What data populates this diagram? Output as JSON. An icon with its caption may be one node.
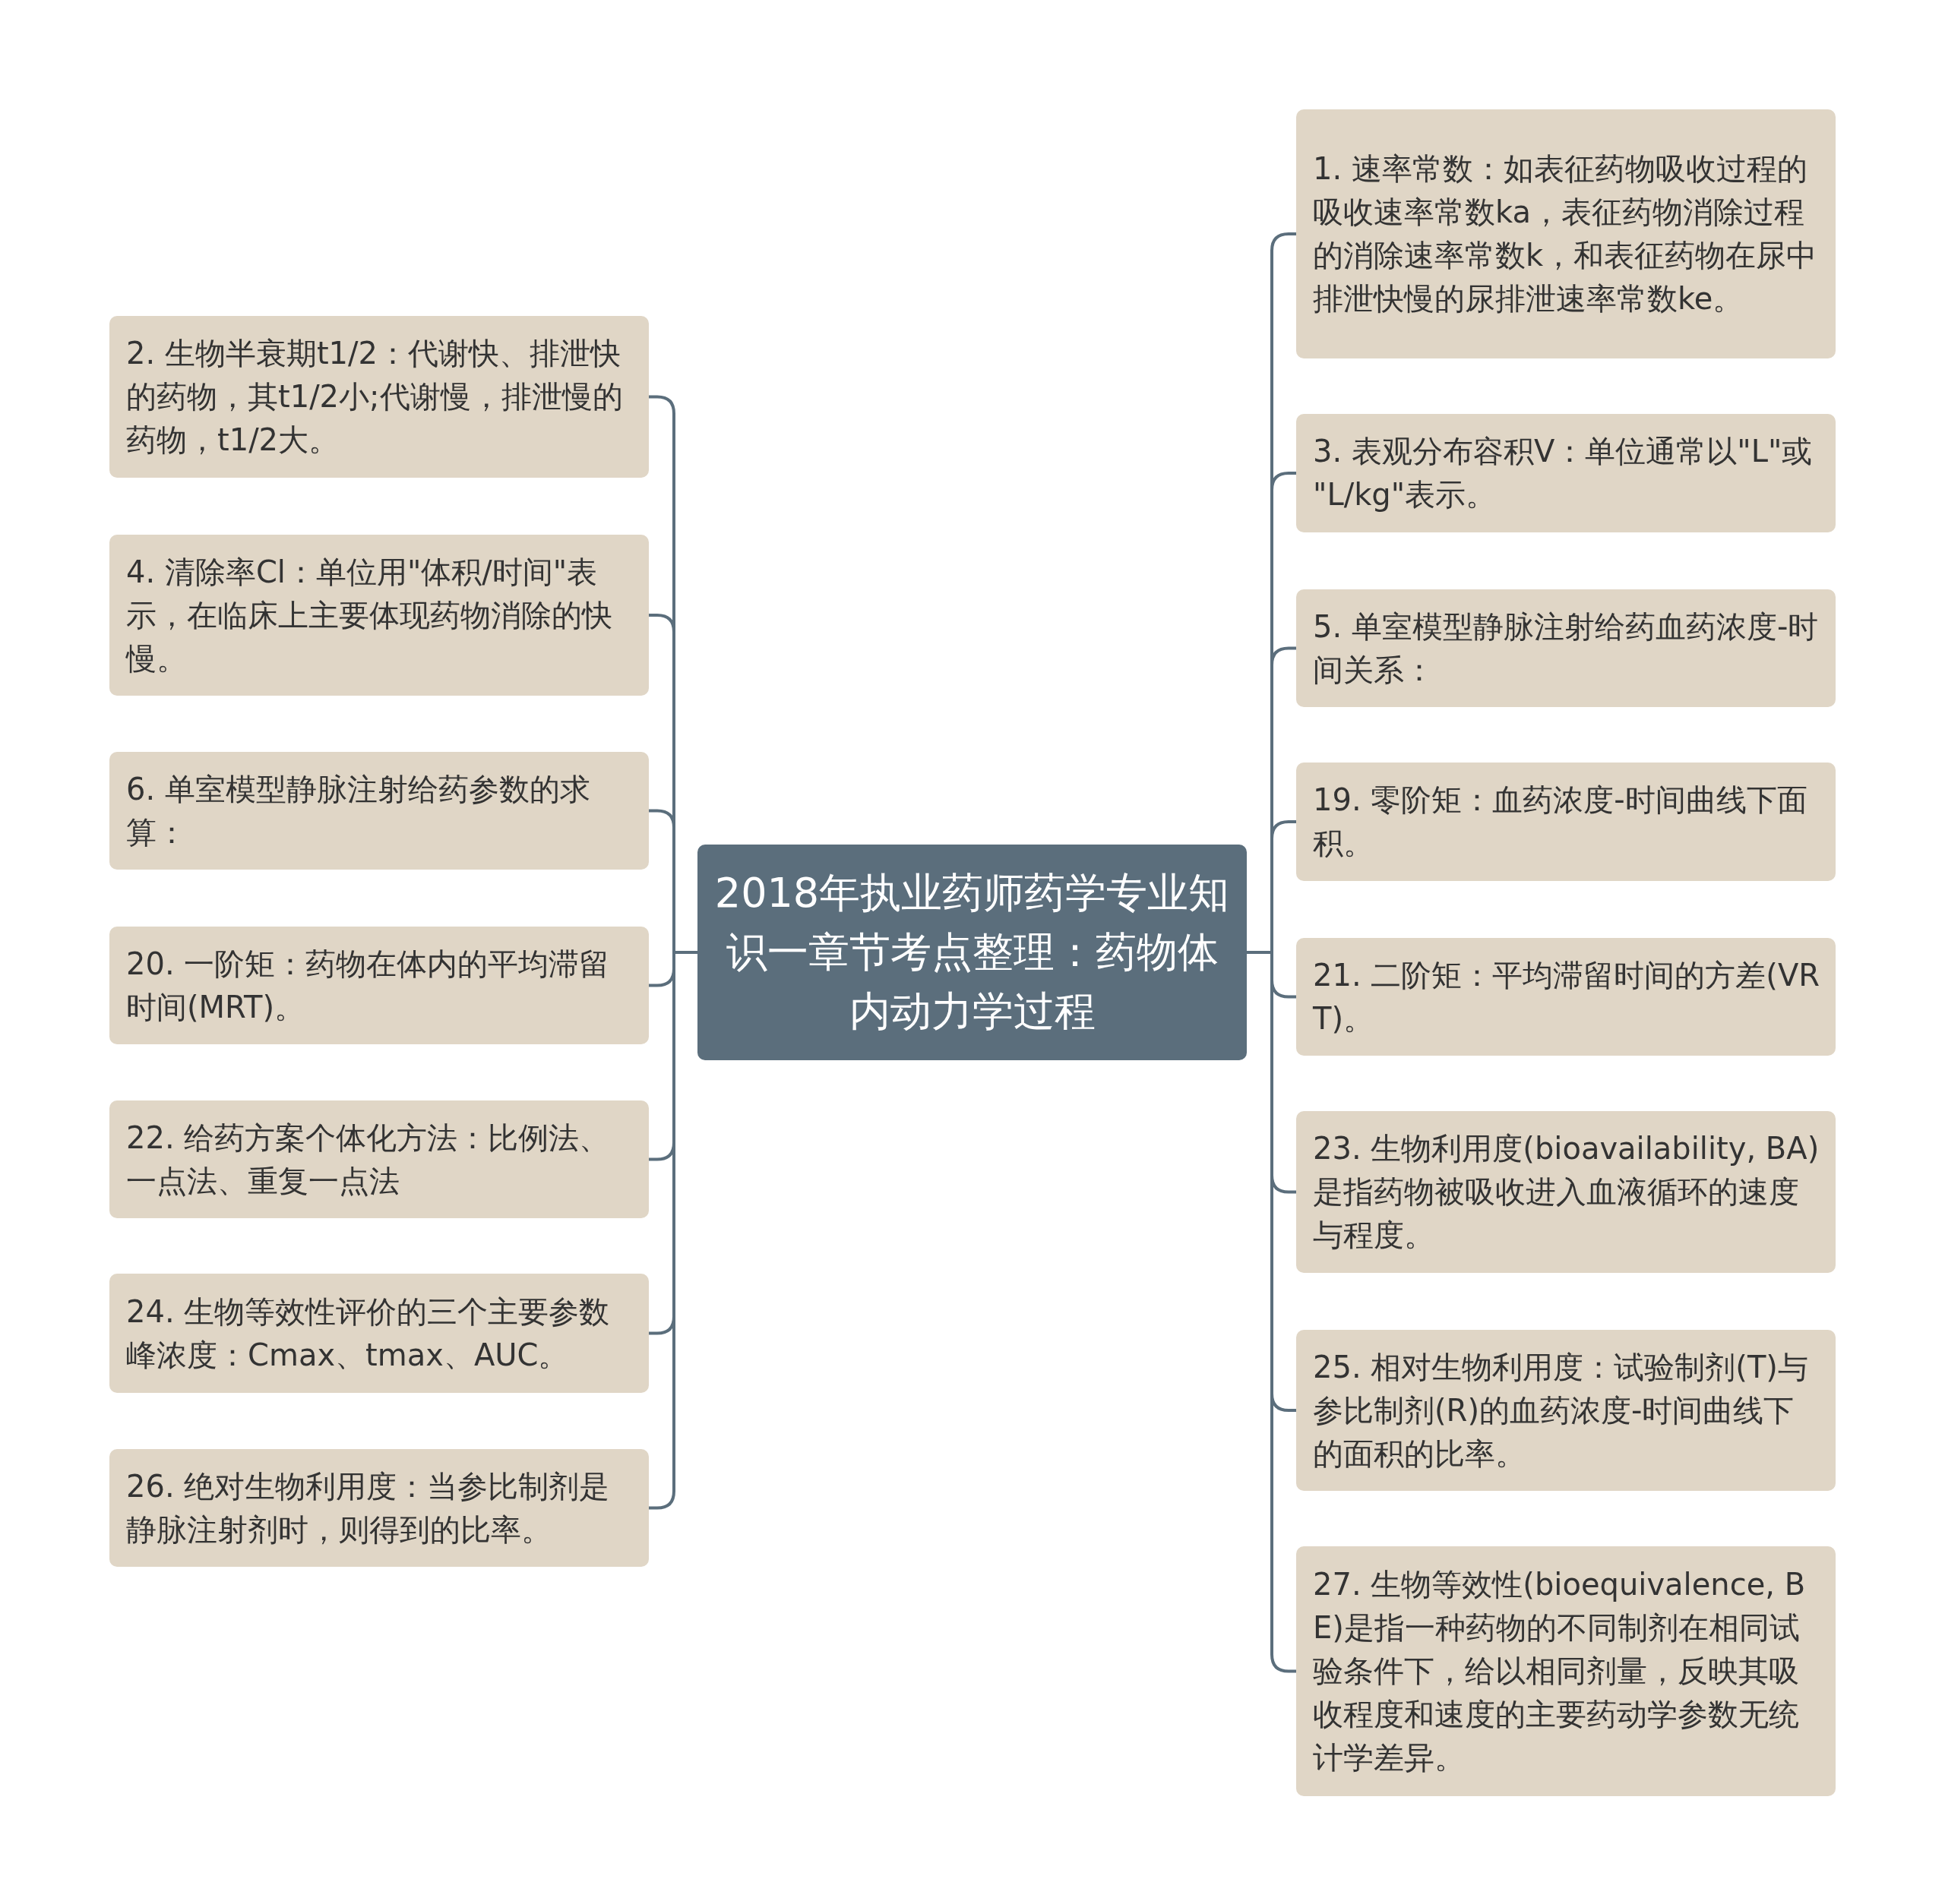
{
  "diagram": {
    "nodes": [
      {
        "text": [
          "2018年执业药师药学专业知识一章节考点整理：药物体内动力学过程"
        ]
      },
      {
        "text": [
          "1. 速率常数：如表征药物吸收过程的吸收速率常数ka，表征药物消除过程的消除速率常数k，和表征药物在尿中排泄快慢的尿排泄速率常数ke。"
        ]
      },
      {
        "text": [
          "2. 生物半衰期t1/2：代谢快、排泄快的药物，其t1/2小;代谢慢，排泄慢的药物，t1/2大。"
        ]
      },
      {
        "text": [
          "3. 表观分布容积V：单位通常以\"L\"或 \"L/kg\"表示。"
        ]
      },
      {
        "text": [
          "4. 清除率Cl：单位用\"体积/时间\"表示，在临床上主要体现药物消除的快慢。"
        ]
      },
      {
        "text": [
          "5. 单室模型静脉注射给药血药浓度-时间关系："
        ]
      },
      {
        "text": [
          "6. 单室模型静脉注射给药参数的求算："
        ]
      },
      {
        "text": [
          "19. 零阶矩：血药浓度-时间曲线下面积。"
        ]
      },
      {
        "text": [
          "20. 一阶矩：药物在体内的平均滞留时间(MRT)。"
        ]
      },
      {
        "text": [
          "21. 二阶矩：平均滞留时间的方差(VRT)。"
        ]
      },
      {
        "text": [
          "22. 给药方案个体化方法：比例法、一点法、重复一点法"
        ]
      },
      {
        "text": [
          "23. 生物利用度(bioavailability, BA)是指药物被吸收进入血液循环的速度与程度。"
        ]
      },
      {
        "text": [
          "24. 生物等效性评价的三个主要参数峰浓度：Cmax、tmax、AUC。"
        ]
      },
      {
        "text": [
          "25. 相对生物利用度：试验制剂(T)与参比制剂(R)的血药浓度-时间曲线下的面积的比率。"
        ]
      },
      {
        "text": [
          "26. 绝对生物利用度：当参比制剂是静脉注射剂时，则得到的比率。"
        ]
      },
      {
        "text": [
          "27. 生物等效性(bioequivalence, BE)是指一种药物的不同制剂在相同试验条件下，给以相同剂量，反映其吸收程度和速度的主要药动学参数无统计学差异。"
        ]
      }
    ],
    "edges": [
      {
        "from": 0,
        "to": 1,
        "arrow": "none"
      },
      {
        "from": 0,
        "to": 2,
        "arrow": "none"
      },
      {
        "from": 0,
        "to": 3,
        "arrow": "none"
      },
      {
        "from": 0,
        "to": 4,
        "arrow": "none"
      },
      {
        "from": 0,
        "to": 5,
        "arrow": "none"
      },
      {
        "from": 0,
        "to": 6,
        "arrow": "none"
      },
      {
        "from": 0,
        "to": 7,
        "arrow": "none"
      },
      {
        "from": 0,
        "to": 8,
        "arrow": "none"
      },
      {
        "from": 0,
        "to": 9,
        "arrow": "none"
      },
      {
        "from": 0,
        "to": 10,
        "arrow": "none"
      },
      {
        "from": 0,
        "to": 11,
        "arrow": "none"
      },
      {
        "from": 0,
        "to": 12,
        "arrow": "none"
      },
      {
        "from": 0,
        "to": 13,
        "arrow": "none"
      },
      {
        "from": 0,
        "to": 14,
        "arrow": "none"
      },
      {
        "from": 0,
        "to": 15,
        "arrow": "none"
      }
    ]
  }
}
